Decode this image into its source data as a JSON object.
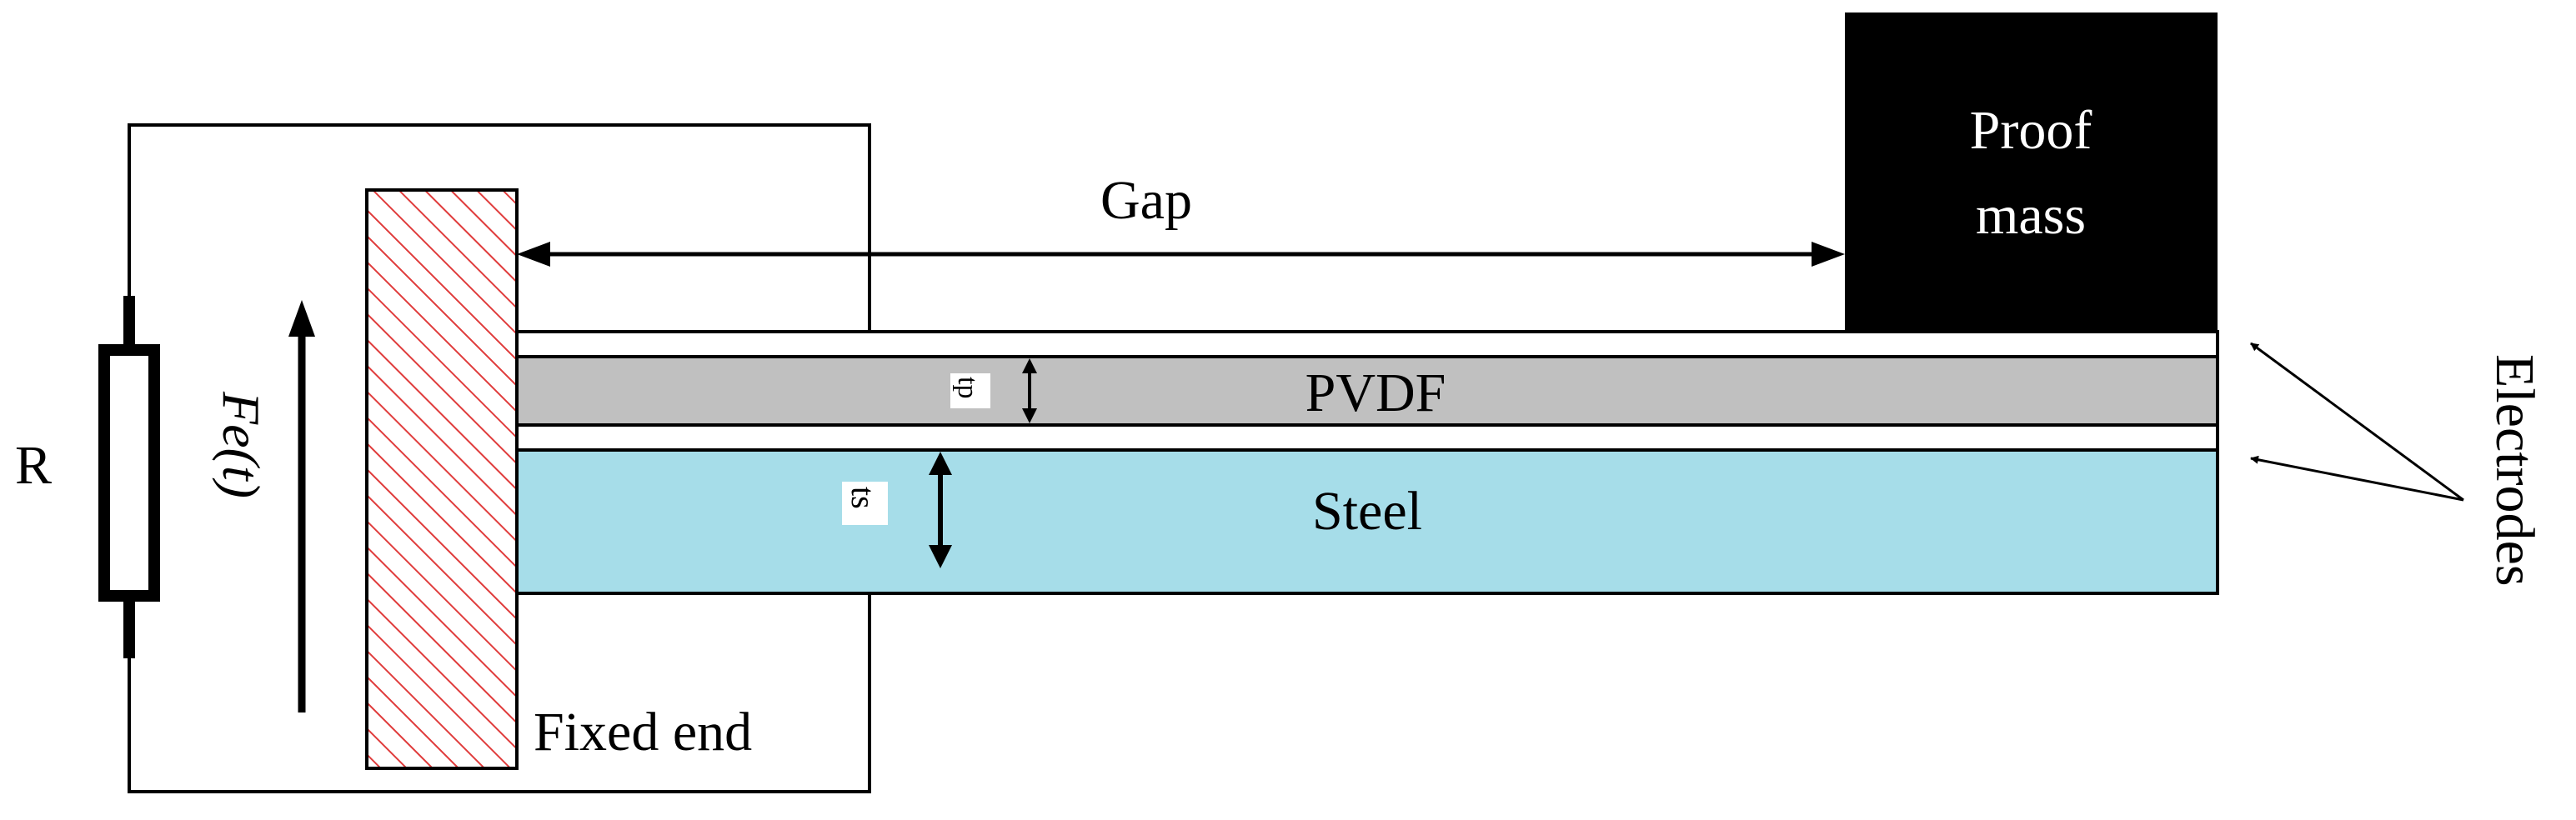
{
  "labels": {
    "resistor": "R",
    "force": "Fe(t)",
    "fixed_end": "Fixed end",
    "gap": "Gap",
    "proof_mass_line1": "Proof",
    "proof_mass_line2": "mass",
    "pvdf_layer": "PVDF",
    "steel_layer": "Steel",
    "electrodes": "Electrodes",
    "pvdf_thickness": "tp",
    "steel_thickness": "ts"
  },
  "colors": {
    "line": "#000000",
    "steel": "#a6dde9",
    "pvdf": "#c0c0c0",
    "electrode": "#ffffff",
    "proof_mass": "#000000",
    "hatch": "#e03c3c"
  }
}
